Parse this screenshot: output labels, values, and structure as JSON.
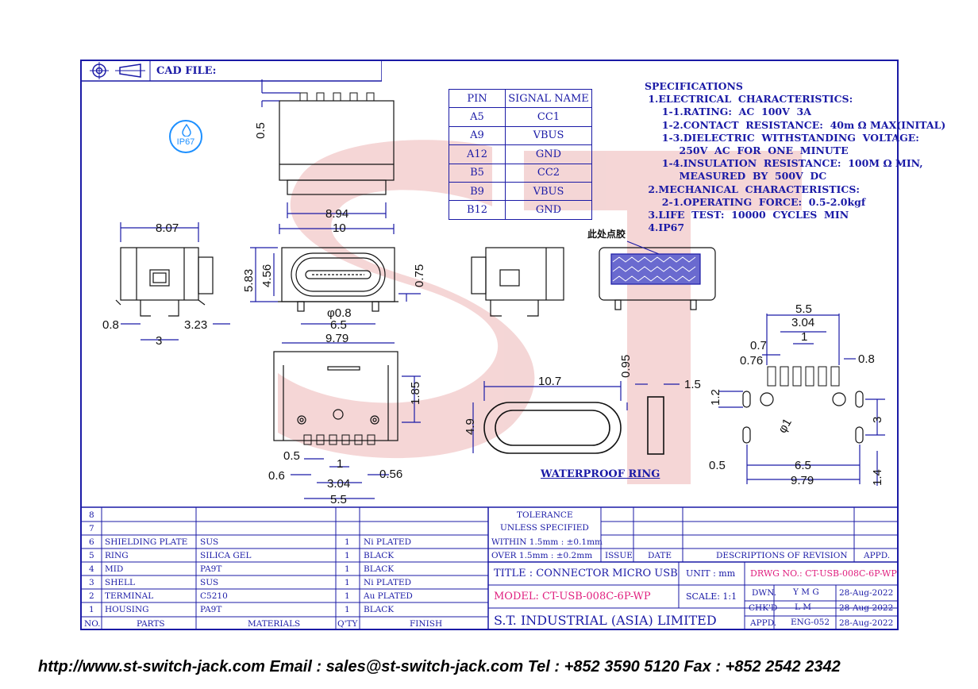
{
  "header": {
    "cad_file_label": "CAD FILE:"
  },
  "badge": {
    "text": "IP67"
  },
  "pin_table": {
    "headers": [
      "PIN",
      "SIGNAL NAME"
    ],
    "rows": [
      [
        "A5",
        "CC1"
      ],
      [
        "A9",
        "VBUS"
      ],
      [
        "A12",
        "GND"
      ],
      [
        "B5",
        "CC2"
      ],
      [
        "B9",
        "VBUS"
      ],
      [
        "B12",
        "GND"
      ]
    ]
  },
  "specifications": {
    "title": "SPECIFICATIONS",
    "lines": [
      " 1.ELECTRICAL  CHARACTERISTICS:",
      "     1-1.RATING:  AC  100V  3A",
      "     1-2.CONTACT  RESISTANCE:  40m Ω MAX(INITAL)",
      "     1-3.DIELECTRIC  WITHSTANDING  VOLTAGE:",
      "          250V  AC  FOR  ONE  MINUTE",
      "     1-4.INSULATION  RESISTANCE:  100M Ω MIN,",
      "          MEASURED  BY  500V  DC",
      " 2.MECHANICAL  CHARACTERISTICS:",
      "     2-1.OPERATING  FORCE:  0.5-2.0kgf",
      " 3.LIFE  TEST:  10000  CYCLES  MIN",
      " 4.IP67"
    ]
  },
  "glue_note": "此处点胶",
  "waterproof_label": "WATERPROOF  RING",
  "dimensions": {
    "d0_5_top": "0.5",
    "d8_94": "8.94",
    "d10": "10",
    "d8_07": "8.07",
    "d5_83": "5.83",
    "d4_56": "4.56",
    "d0_75": "0.75",
    "d0_8_hole": "φ0.8",
    "d6_5": "6.5",
    "d9_79": "9.79",
    "d0_8_left": "0.8",
    "d3_23": "3.23",
    "d3": "3",
    "d1_85": "1.85",
    "b0_5": "0.5",
    "b1": "1",
    "b0_6": "0.6",
    "b3_04": "3.04",
    "b0_56": "0.56",
    "b5_5": "5.5",
    "w10_7": "10.7",
    "w0_95": "0.95",
    "w1_5": "1.5",
    "w4_9": "4.9",
    "r5_5": "5.5",
    "r3_04": "3.04",
    "r0_7": "0.7",
    "r1": "1",
    "r0_76": "0.76",
    "r0_8": "0.8",
    "r1_2": "1.2",
    "r_phi1": "φ1",
    "r3": "3",
    "r0_5": "0.5",
    "r6_5": "6.5",
    "r9_79": "9.79",
    "r1_4": "1.4"
  },
  "bom": {
    "rows": [
      {
        "no": "8",
        "part": "",
        "material": "",
        "qty": "",
        "finish": ""
      },
      {
        "no": "7",
        "part": "",
        "material": "",
        "qty": "",
        "finish": ""
      },
      {
        "no": "6",
        "part": "SHIELDING PLATE",
        "material": "SUS",
        "qty": "1",
        "finish": "Ni PLATED"
      },
      {
        "no": "5",
        "part": "RING",
        "material": "SILICA GEL",
        "qty": "1",
        "finish": "BLACK"
      },
      {
        "no": "4",
        "part": "MID",
        "material": "PA9T",
        "qty": "1",
        "finish": "BLACK"
      },
      {
        "no": "3",
        "part": "SHELL",
        "material": "SUS",
        "qty": "1",
        "finish": "Ni PLATED"
      },
      {
        "no": "2",
        "part": "TERMINAL",
        "material": "C5210",
        "qty": "1",
        "finish": "Au PLATED"
      },
      {
        "no": "1",
        "part": "HOUSING",
        "material": "PA9T",
        "qty": "1",
        "finish": "BLACK"
      }
    ],
    "headers": {
      "no": "NO.",
      "part": "PARTS",
      "material": "MATERIALS",
      "qty": "Q'TY",
      "finish": "FINISH"
    }
  },
  "title_block": {
    "tolerance_title": "TOLERANCE",
    "tolerance_sub": "UNLESS   SPECIFIED",
    "within": "WITHIN  1.5mm : ±0.1mm",
    "over": "OVER    1.5mm : ±0.2mm",
    "issue": "ISSUE",
    "date": "DATE",
    "descriptions": "DESCRIPTIONS  OF  REVISION",
    "appd_head": "APPD.",
    "title": "TITLE : CONNECTOR MICRO USB",
    "unit": "UNIT :   mm",
    "drwg_no": "DRWG NO.: CT-USB-008C-6P-WP",
    "model": "MODEL: CT-USB-008C-6P-WP",
    "scale": "SCALE:   1:1",
    "dwn_label": "DWN.",
    "dwn_value": "Y M G",
    "dwn_date": "28-Aug-2022",
    "chkd_label": "CHK'D",
    "chkd_value": "L M",
    "chkd_date": "28-Aug-2022",
    "appd_label": "APPD.",
    "appd_value": "ENG-052",
    "appd_date": "28-Aug-2022",
    "company": "S.T.  INDUSTRIAL  (ASIA)  LIMITED"
  },
  "footer": {
    "text": "http://www.st-switch-jack.com  Email : sales@st-switch-jack.com  Tel : +852 3590 5120  Fax : +852 2542 2342"
  },
  "colors": {
    "frame": "#1a1aa6",
    "accent": "#e0207f",
    "watermark": "#f0c8c8",
    "badge": "#1e90ff"
  }
}
